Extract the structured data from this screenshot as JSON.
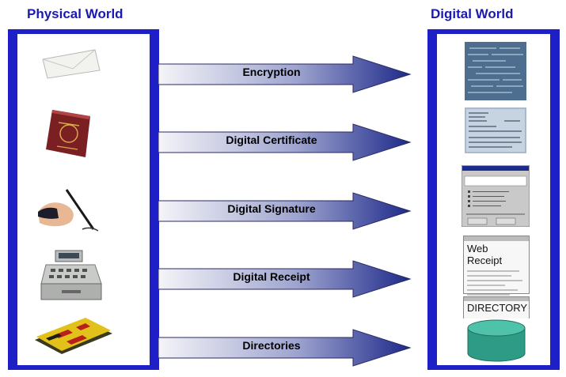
{
  "left_heading": "Physical World",
  "right_heading": "Digital World",
  "arrows": [
    {
      "label": "Encryption"
    },
    {
      "label": "Digital Certificate"
    },
    {
      "label": "Digital Signature"
    },
    {
      "label": "Digital Receipt"
    },
    {
      "label": "Directories"
    }
  ],
  "physical_items": [
    "envelope-icon",
    "passport-icon",
    "signing-hand-icon",
    "cash-register-icon",
    "directory-book-icon"
  ],
  "digital_items": [
    "encrypted-text-thumbnail",
    "certificate-thumbnail",
    "signature-dialog-thumbnail",
    "web-receipt-thumbnail",
    "database-cylinder-icon"
  ],
  "digital_texts": {
    "web_receipt": "Web Receipt",
    "directory": "DIRECTORY"
  },
  "colors": {
    "panel_border": "#1f1fc8",
    "heading": "#1a1ab0",
    "arrow_dark": "#1e2a8a",
    "arrow_light": "#f4f4f8",
    "database": "#2d9b85"
  }
}
